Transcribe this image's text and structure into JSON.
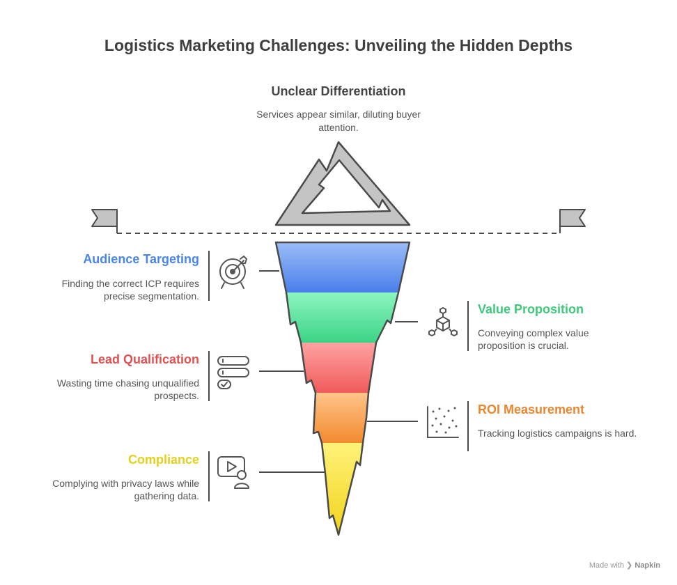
{
  "title": "Logistics Marketing Challenges: Unveiling the Hidden Depths",
  "peak": {
    "label": "Unclear Differentiation",
    "description": "Services appear similar, diluting buyer attention."
  },
  "layers": [
    {
      "label": "Audience Targeting",
      "description": "Finding the correct ICP requires precise segmentation.",
      "side": "left",
      "color": "#4a86e8",
      "icon": "target-icon"
    },
    {
      "label": "Value Proposition",
      "description": "Conveying complex value proposition is crucial.",
      "side": "right",
      "color": "#3fc97b",
      "icon": "network-cube-icon"
    },
    {
      "label": "Lead Qualification",
      "description": "Wasting time chasing unqualified prospects.",
      "side": "left",
      "color": "#e05252",
      "icon": "checklist-icon"
    },
    {
      "label": "ROI Measurement",
      "description": "Tracking logistics campaigns is hard.",
      "side": "right",
      "color": "#e8872f",
      "icon": "scatter-plot-icon"
    },
    {
      "label": "Compliance",
      "description": "Complying with privacy laws while gathering data.",
      "side": "left",
      "color": "#e3cf1f",
      "icon": "video-user-icon"
    }
  ],
  "footer": {
    "prefix": "Made with",
    "brand": "Napkin"
  }
}
